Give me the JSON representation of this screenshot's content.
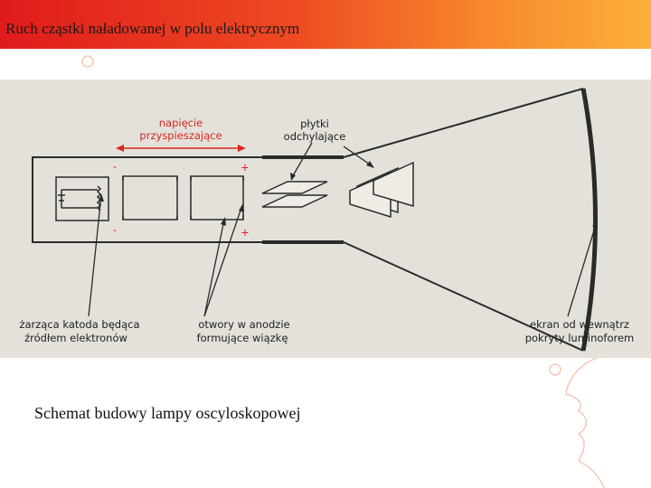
{
  "slide": {
    "title": "Ruch cząstki naładowanej w polu elektrycznym",
    "caption": "Schemat budowy lampy oscyloskopowej"
  },
  "diagram": {
    "labels": {
      "accel_voltage_line1": "napięcie",
      "accel_voltage_line2": "przyspieszające",
      "deflection_plates_line1": "płytki",
      "deflection_plates_line2": "odchylające",
      "cathode_line1": "żarząca katoda będąca",
      "cathode_line2": "źródłem elektronów",
      "anode_holes_line1": "otwory w anodzie",
      "anode_holes_line2": "formujące wiązkę",
      "screen_line1": "ekran od wewnątrz",
      "screen_line2": "pokryty luminoforem",
      "minus_top": "-",
      "plus_top": "+",
      "minus_bottom": "-",
      "plus_bottom": "+"
    },
    "colors": {
      "background": "#e4e1db",
      "lines": "#2a2a2a",
      "accent_red": "#d8281c"
    }
  }
}
